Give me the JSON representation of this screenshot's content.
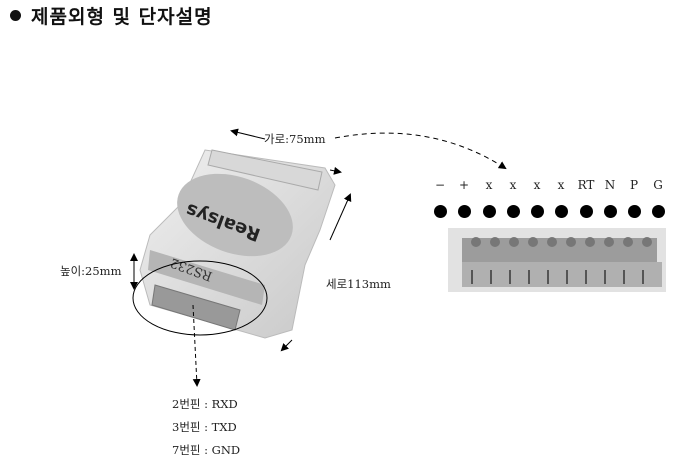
{
  "title": "제품외형 및 단자설명",
  "dimensions": {
    "width": "가로:75mm",
    "height": "높이:25mm",
    "length": "세로113mm"
  },
  "device": {
    "brand": "Realsys",
    "port_label": "RS232"
  },
  "terminals": [
    "−",
    "+",
    "x",
    "x",
    "x",
    "x",
    "RT",
    "N",
    "P",
    "G"
  ],
  "pins": [
    {
      "pin": "2번핀",
      "signal": ": RXD"
    },
    {
      "pin": "3번핀",
      "signal": ": TXD"
    },
    {
      "pin": "7번핀",
      "signal": ": GND"
    }
  ]
}
